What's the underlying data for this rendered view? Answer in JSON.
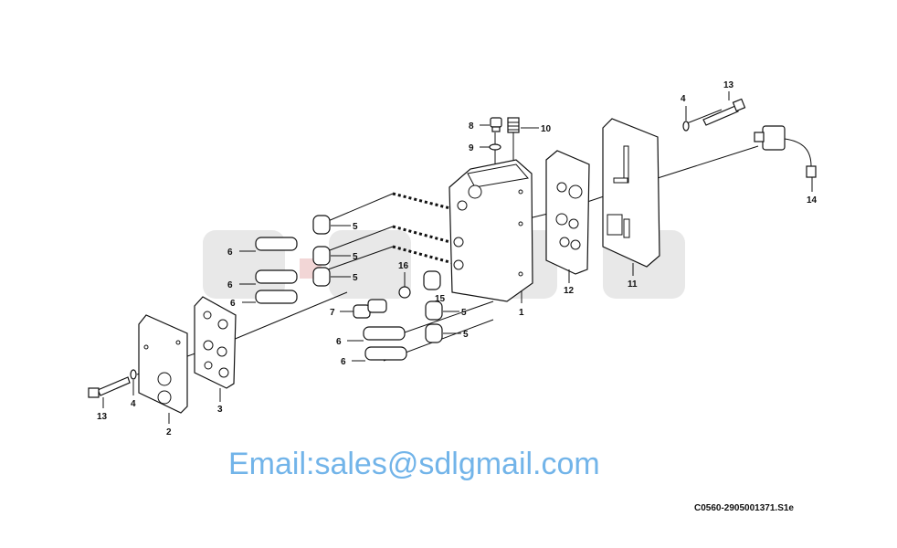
{
  "diagram": {
    "drawing_code": "C0560-2905001371.S1e",
    "watermark": "Email:sales@sdlgmail.com",
    "background_logo": "SDLG",
    "colors": {
      "logo_grey": "#e6e6e6",
      "logo_red": "#f2d6d6",
      "watermark": "#5aa8e6",
      "line": "#111111"
    },
    "callouts": [
      "13",
      "4",
      "8",
      "10",
      "9",
      "5",
      "6",
      "5",
      "6",
      "5",
      "6",
      "16",
      "15",
      "7",
      "5",
      "5",
      "6",
      "6",
      "1",
      "12",
      "11",
      "14",
      "13",
      "4",
      "2",
      "3"
    ]
  }
}
